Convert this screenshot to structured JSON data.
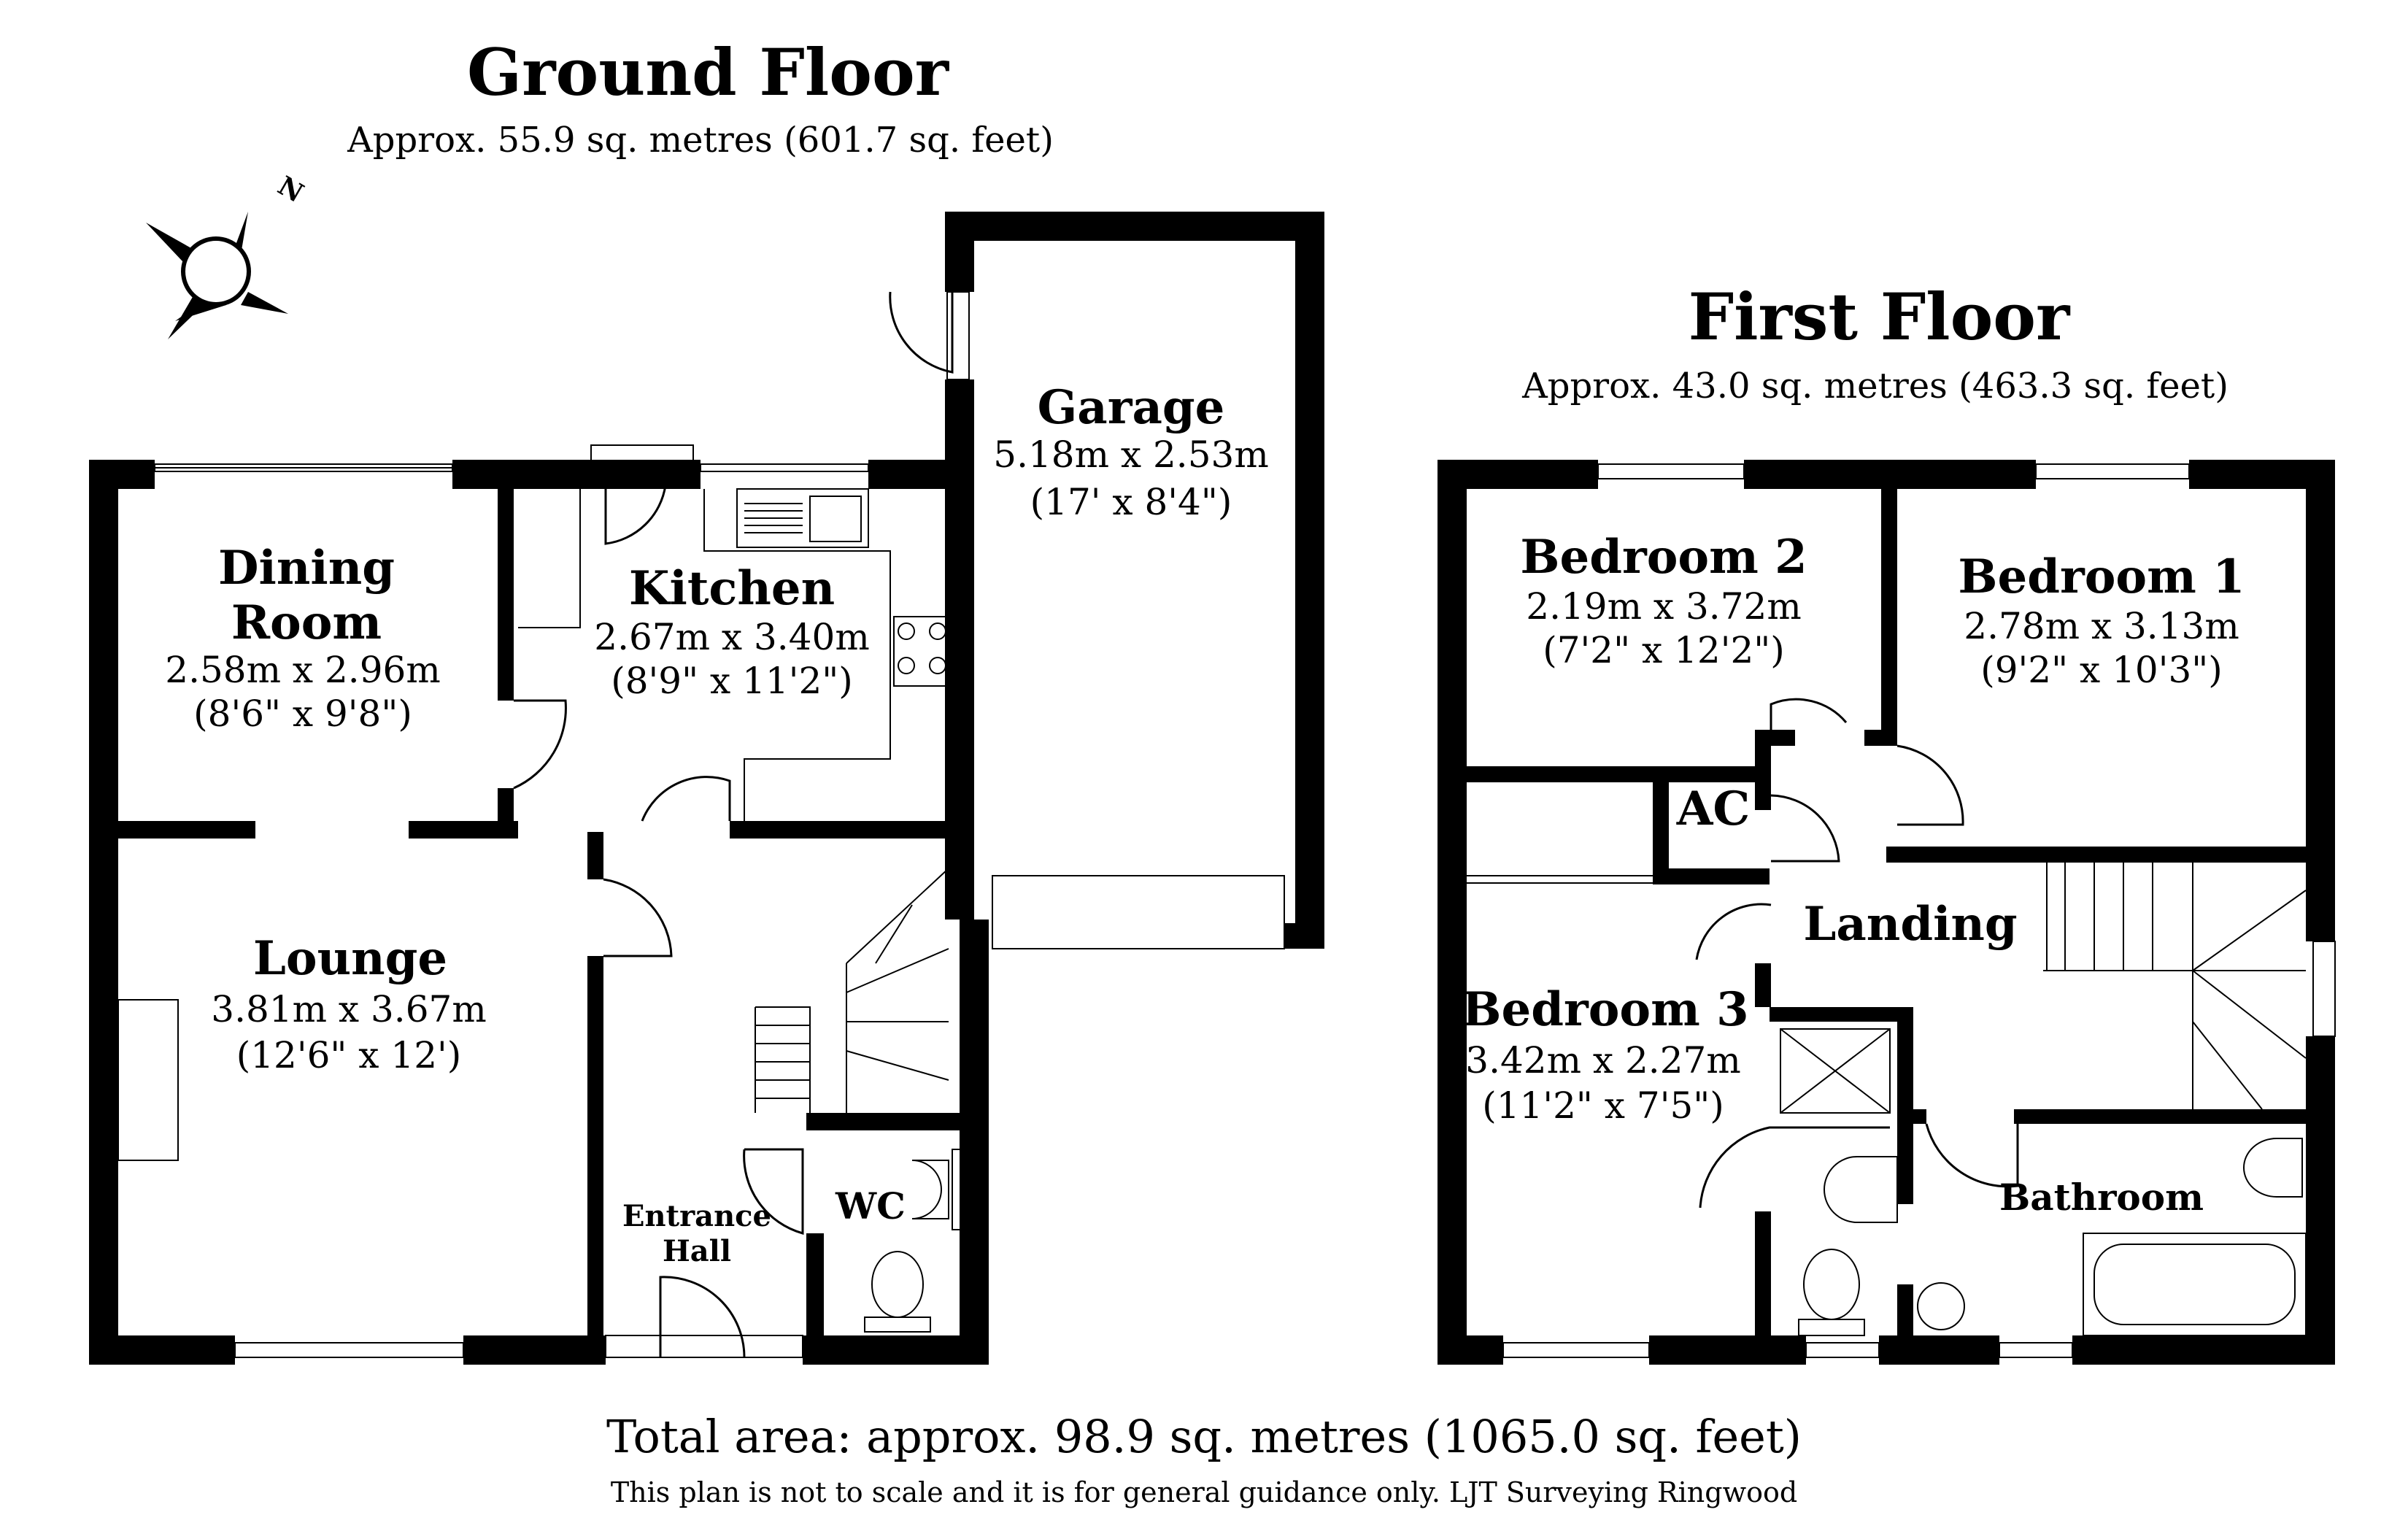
{
  "ground_floor": {
    "title": "Ground Floor",
    "area": "Approx. 55.9 sq. metres (601.7 sq. feet)",
    "rooms": {
      "dining": {
        "name_line1": "Dining",
        "name_line2": "Room",
        "metric": "2.58m x 2.96m",
        "imperial": "(8'6\" x 9'8\")"
      },
      "kitchen": {
        "name": "Kitchen",
        "metric": "2.67m x 3.40m",
        "imperial": "(8'9\" x 11'2\")"
      },
      "garage": {
        "name": "Garage",
        "metric": "5.18m x 2.53m",
        "imperial": "(17' x 8'4\")"
      },
      "lounge": {
        "name": "Lounge",
        "metric": "3.81m x 3.67m",
        "imperial": "(12'6\" x 12')"
      },
      "entrance": {
        "name_line1": "Entrance",
        "name_line2": "Hall"
      },
      "wc": {
        "name": "WC"
      }
    }
  },
  "first_floor": {
    "title": "First Floor",
    "area": "Approx. 43.0 sq. metres (463.3 sq. feet)",
    "rooms": {
      "bedroom2": {
        "name": "Bedroom 2",
        "metric": "2.19m x 3.72m",
        "imperial": "(7'2\" x 12'2\")"
      },
      "bedroom1": {
        "name": "Bedroom 1",
        "metric": "2.78m x 3.13m",
        "imperial": "(9'2\" x 10'3\")"
      },
      "ac": {
        "name": "AC"
      },
      "landing": {
        "name": "Landing"
      },
      "bedroom3": {
        "name": "Bedroom 3",
        "metric": "3.42m x 2.27m",
        "imperial": "(11'2\" x 7'5\")"
      },
      "bathroom": {
        "name": "Bathroom"
      }
    }
  },
  "compass": {
    "label": "N"
  },
  "total_area": "Total area: approx. 98.9 sq. metres (1065.0 sq. feet)",
  "disclaimer": "This plan is not to scale and it is for general guidance only. LJT Surveying Ringwood"
}
